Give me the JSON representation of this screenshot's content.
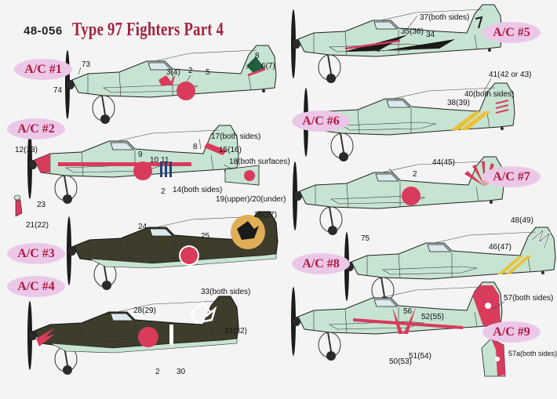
{
  "header": {
    "code": "48-056",
    "title": "Type 97 Fighters Part 4"
  },
  "colors": {
    "light_grey_green": "#c7e4d2",
    "dark_green": "#3e3d2c",
    "hinomaru_red": "#d83b5c",
    "badge_pink": "#ecc8e8",
    "title_red": "#a3233c",
    "yellow": "#e8c23a",
    "black": "#1a1a1a"
  },
  "aircraft": [
    {
      "label": "A/C #1",
      "scheme": "light",
      "callouts": [
        "73",
        "74",
        "3(4)",
        "2",
        "5",
        "8",
        "6(7)"
      ]
    },
    {
      "label": "A/C #2",
      "scheme": "light",
      "callouts": [
        "12(13)",
        "9",
        "10",
        "11",
        "8",
        "17(both sides)",
        "15(16)",
        "18(both surfaces)",
        "2",
        "14(both sides)",
        "19(upper)/20(under)",
        "23",
        "21(22)"
      ]
    },
    {
      "label": "A/C #3",
      "scheme": "dark",
      "callouts": [
        "24",
        "26(27)",
        "25"
      ]
    },
    {
      "label": "A/C #4",
      "scheme": "dark",
      "callouts": [
        "33(both sides)",
        "28(29)",
        "31(32)",
        "2",
        "30"
      ]
    },
    {
      "label": "A/C #5",
      "scheme": "light",
      "callouts": [
        "37(both sides)",
        "35(36)",
        "34"
      ]
    },
    {
      "label": "A/C #6",
      "scheme": "light",
      "callouts": [
        "41(42 or 43)",
        "40(both sides)",
        "38(39)"
      ]
    },
    {
      "label": "A/C #7",
      "scheme": "light",
      "callouts": [
        "44(45)",
        "2"
      ]
    },
    {
      "label": "A/C #8",
      "scheme": "light",
      "callouts": [
        "75",
        "48(49)",
        "46(47)"
      ]
    },
    {
      "label": "A/C #9",
      "scheme": "light",
      "callouts": [
        "57(both sides)",
        "56",
        "52(55)",
        "50(53)",
        "51(54)",
        "57a(both sides)"
      ]
    }
  ]
}
